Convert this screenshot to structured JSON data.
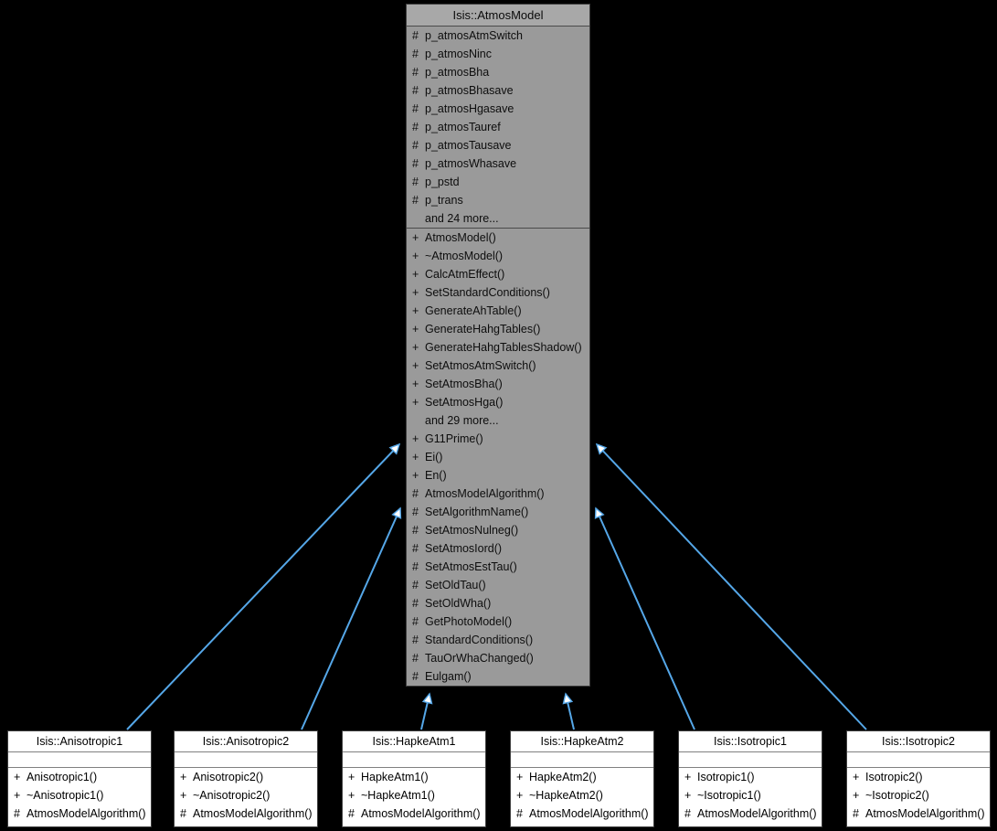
{
  "diagram": {
    "kind": "uml-inheritance-diagram",
    "edge_color": "#55a7e8",
    "base_fill": "#9a9a9a",
    "derived_fill": "#ffffff",
    "background": "#000000"
  },
  "base_class": {
    "title": "Isis::AtmosModel",
    "attributes": [
      {
        "vis": "#",
        "name": "p_atmosAtmSwitch"
      },
      {
        "vis": "#",
        "name": "p_atmosNinc"
      },
      {
        "vis": "#",
        "name": "p_atmosBha"
      },
      {
        "vis": "#",
        "name": "p_atmosBhasave"
      },
      {
        "vis": "#",
        "name": "p_atmosHgasave"
      },
      {
        "vis": "#",
        "name": "p_atmosTauref"
      },
      {
        "vis": "#",
        "name": "p_atmosTausave"
      },
      {
        "vis": "#",
        "name": "p_atmosWhasave"
      },
      {
        "vis": "#",
        "name": "p_pstd"
      },
      {
        "vis": "#",
        "name": "p_trans"
      },
      {
        "vis": "",
        "name": "and 24 more..."
      }
    ],
    "methods": [
      {
        "vis": "+",
        "name": "AtmosModel()"
      },
      {
        "vis": "+",
        "name": "~AtmosModel()"
      },
      {
        "vis": "+",
        "name": "CalcAtmEffect()"
      },
      {
        "vis": "+",
        "name": "SetStandardConditions()"
      },
      {
        "vis": "+",
        "name": "GenerateAhTable()"
      },
      {
        "vis": "+",
        "name": "GenerateHahgTables()"
      },
      {
        "vis": "+",
        "name": "GenerateHahgTablesShadow()"
      },
      {
        "vis": "+",
        "name": "SetAtmosAtmSwitch()"
      },
      {
        "vis": "+",
        "name": "SetAtmosBha()"
      },
      {
        "vis": "+",
        "name": "SetAtmosHga()"
      },
      {
        "vis": "",
        "name": "and 29 more..."
      },
      {
        "vis": "+",
        "name": "G11Prime()"
      },
      {
        "vis": "+",
        "name": "Ei()"
      },
      {
        "vis": "+",
        "name": "En()"
      },
      {
        "vis": "#",
        "name": "AtmosModelAlgorithm()"
      },
      {
        "vis": "#",
        "name": "SetAlgorithmName()"
      },
      {
        "vis": "#",
        "name": "SetAtmosNulneg()"
      },
      {
        "vis": "#",
        "name": "SetAtmosIord()"
      },
      {
        "vis": "#",
        "name": "SetAtmosEstTau()"
      },
      {
        "vis": "#",
        "name": "SetOldTau()"
      },
      {
        "vis": "#",
        "name": "SetOldWha()"
      },
      {
        "vis": "#",
        "name": "GetPhotoModel()"
      },
      {
        "vis": "#",
        "name": "StandardConditions()"
      },
      {
        "vis": "#",
        "name": "TauOrWhaChanged()"
      },
      {
        "vis": "#",
        "name": "Eulgam()"
      }
    ]
  },
  "derived_classes": [
    {
      "title": "Isis::Anisotropic1",
      "attributes": [],
      "methods": [
        {
          "vis": "+",
          "name": "Anisotropic1()"
        },
        {
          "vis": "+",
          "name": "~Anisotropic1()"
        },
        {
          "vis": "#",
          "name": "AtmosModelAlgorithm()"
        }
      ]
    },
    {
      "title": "Isis::Anisotropic2",
      "attributes": [],
      "methods": [
        {
          "vis": "+",
          "name": "Anisotropic2()"
        },
        {
          "vis": "+",
          "name": "~Anisotropic2()"
        },
        {
          "vis": "#",
          "name": "AtmosModelAlgorithm()"
        }
      ]
    },
    {
      "title": "Isis::HapkeAtm1",
      "attributes": [],
      "methods": [
        {
          "vis": "+",
          "name": "HapkeAtm1()"
        },
        {
          "vis": "+",
          "name": "~HapkeAtm1()"
        },
        {
          "vis": "#",
          "name": "AtmosModelAlgorithm()"
        }
      ]
    },
    {
      "title": "Isis::HapkeAtm2",
      "attributes": [],
      "methods": [
        {
          "vis": "+",
          "name": "HapkeAtm2()"
        },
        {
          "vis": "+",
          "name": "~HapkeAtm2()"
        },
        {
          "vis": "#",
          "name": "AtmosModelAlgorithm()"
        }
      ]
    },
    {
      "title": "Isis::Isotropic1",
      "attributes": [],
      "methods": [
        {
          "vis": "+",
          "name": "Isotropic1()"
        },
        {
          "vis": "+",
          "name": "~Isotropic1()"
        },
        {
          "vis": "#",
          "name": "AtmosModelAlgorithm()"
        }
      ]
    },
    {
      "title": "Isis::Isotropic2",
      "attributes": [],
      "methods": [
        {
          "vis": "+",
          "name": "Isotropic2()"
        },
        {
          "vis": "+",
          "name": "~Isotropic2()"
        },
        {
          "vis": "#",
          "name": "AtmosModelAlgorithm()"
        }
      ]
    }
  ]
}
